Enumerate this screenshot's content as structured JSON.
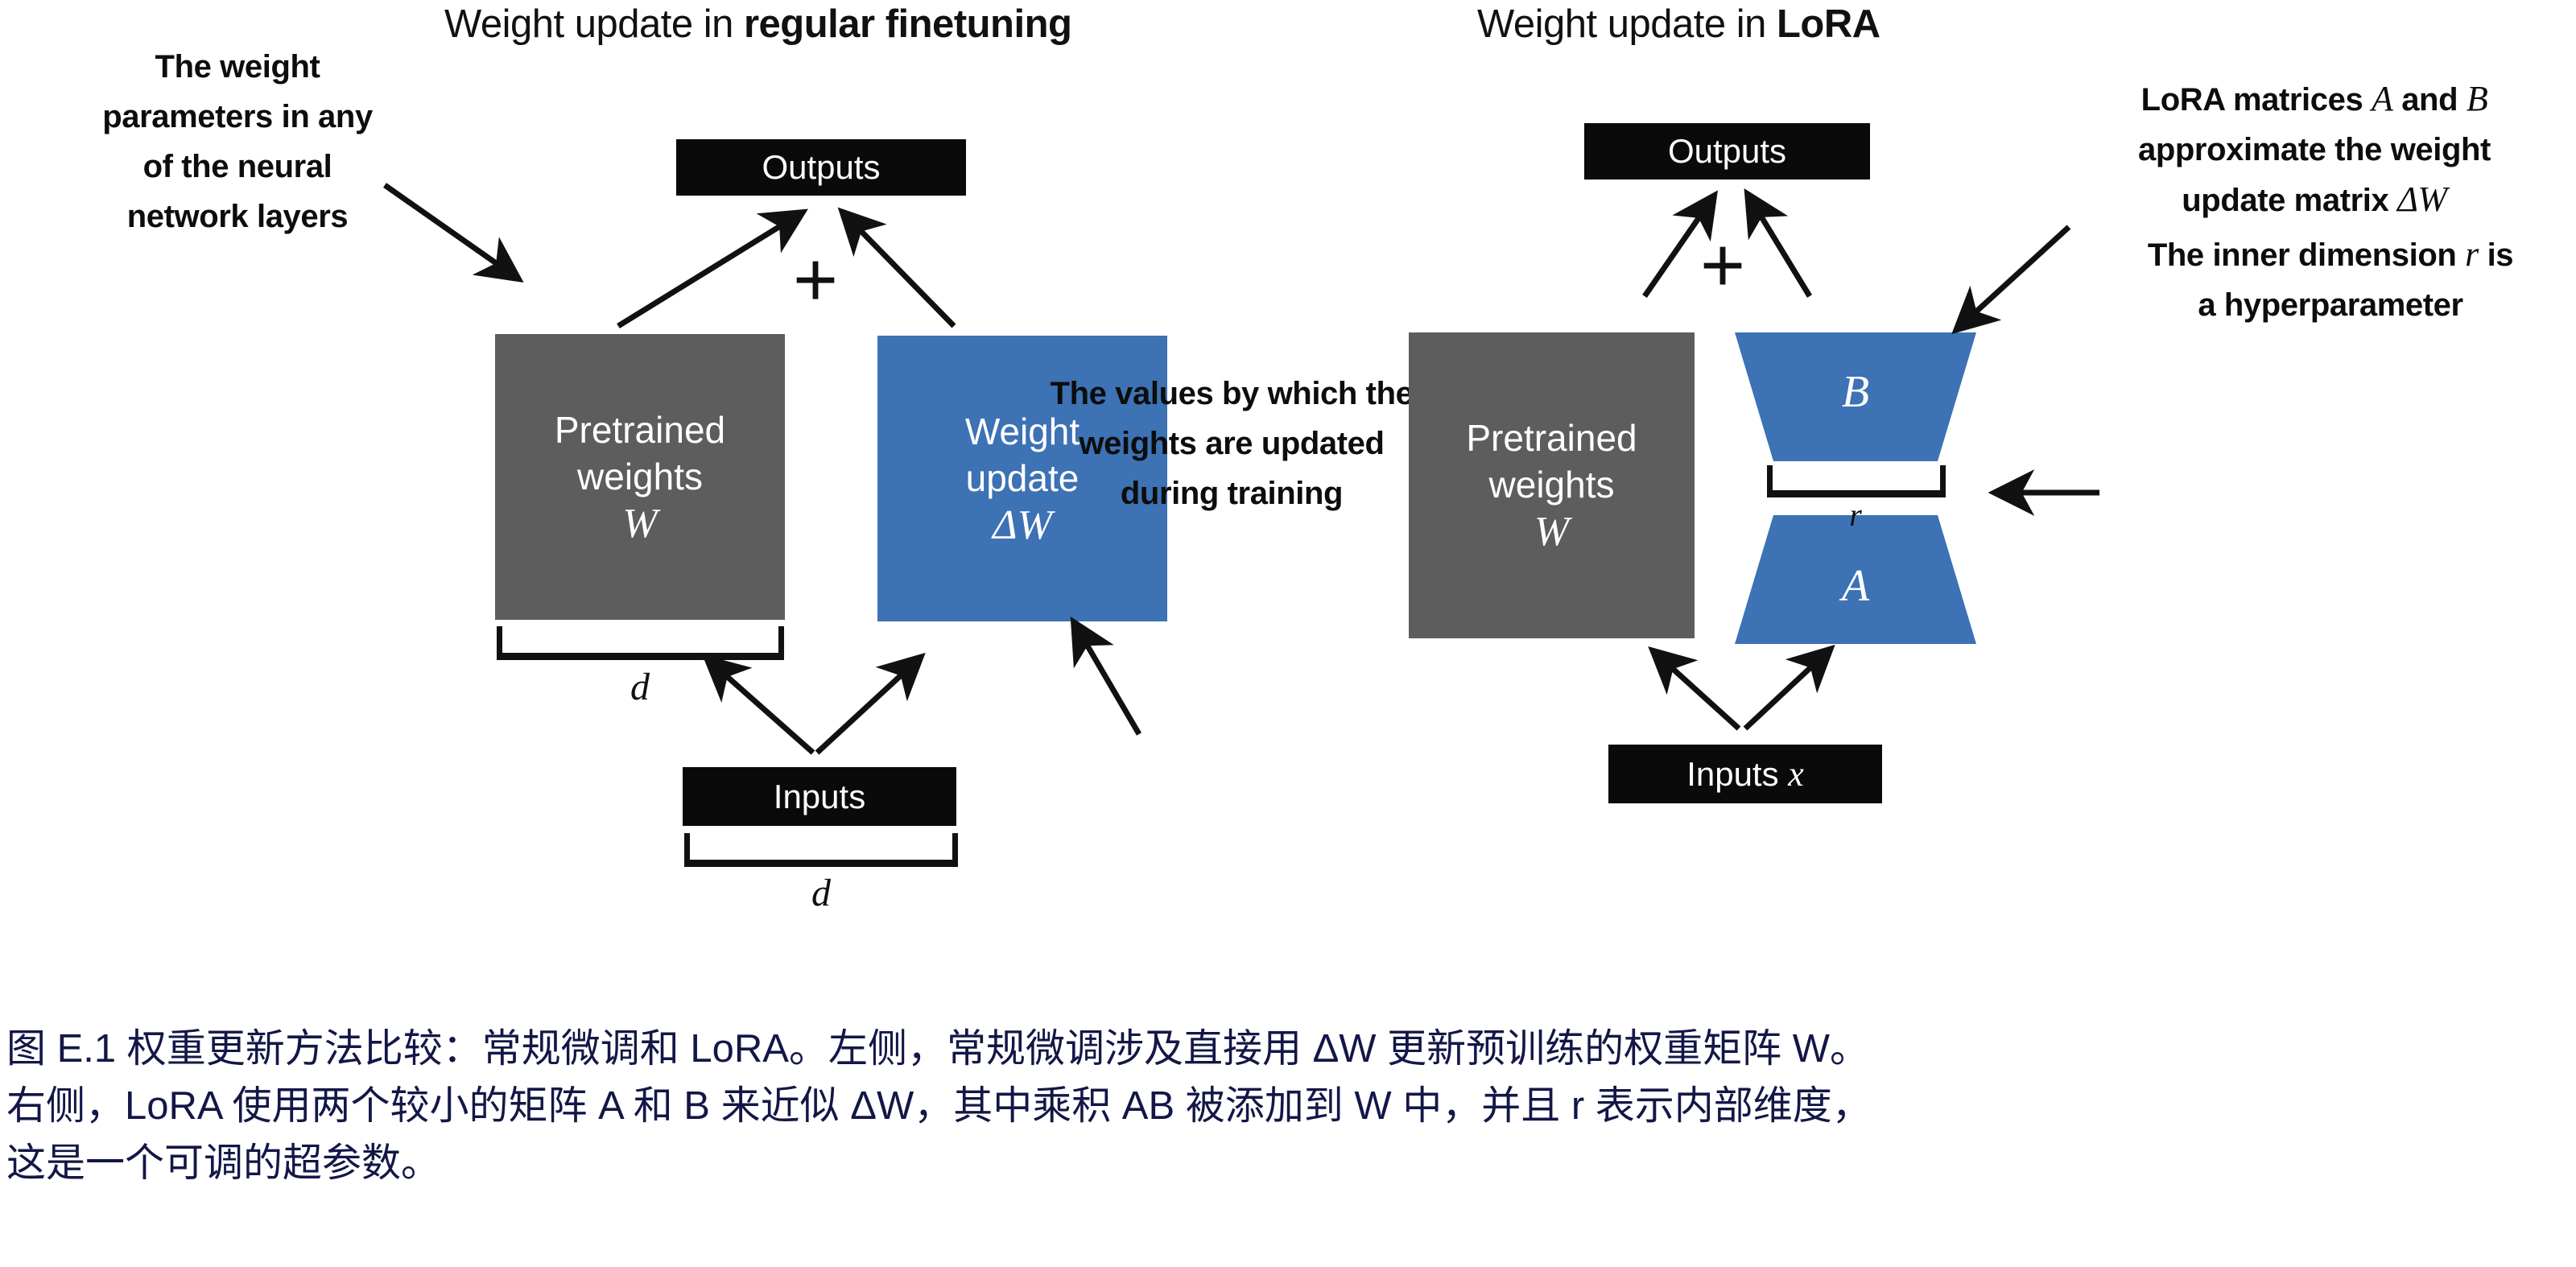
{
  "figure": {
    "panels": [
      {
        "id": "regular-finetuning",
        "title_prefix": "Weight update in ",
        "title_emphasis": "regular finetuning"
      },
      {
        "id": "lora",
        "title_prefix": "Weight update in ",
        "title_emphasis": "LoRA"
      }
    ],
    "boxes": {
      "outputs_ft": "Outputs",
      "outputs_lora": "Outputs",
      "inputs_ft": "Inputs",
      "inputs_lora_text": "Inputs ",
      "inputs_lora_var": "x",
      "pretrained_ft_line1": "Pretrained",
      "pretrained_ft_line2": "weights",
      "pretrained_ft_var": "W",
      "weight_update_line1": "Weight",
      "weight_update_line2": "update",
      "weight_update_var": "ΔW",
      "pretrained_lora_line1": "Pretrained",
      "pretrained_lora_line2": "weights",
      "pretrained_lora_var": "W",
      "trapezoid_b": "B",
      "trapezoid_a": "A"
    },
    "operators": {
      "plus_ft": "+",
      "plus_lora": "+"
    },
    "dimensions": {
      "d_weights": "d",
      "d_inputs": "d",
      "r_inner": "r"
    },
    "callouts": {
      "weight_parameters": {
        "line1": "The weight",
        "line2": "parameters in any",
        "line3": "of the neural",
        "line4": "network layers"
      },
      "values_updated": {
        "line1": "The values by which the",
        "line2": "weights are updated",
        "line3": "during training"
      },
      "lora_matrices": {
        "line1_a": "LoRA matrices ",
        "line1_var1": "A",
        "line1_b": " and ",
        "line1_var2": "B",
        "line2": "approximate the weight",
        "line3_a": "update matrix ",
        "line3_var": "ΔW"
      },
      "inner_dimension": {
        "line1_a": "The inner dimension ",
        "line1_var": "r",
        "line1_b": " is",
        "line2": "a hyperparameter"
      }
    },
    "caption": "图 E.1 权重更新方法比较：常规微调和 LoRA。左侧，常规微调涉及直接用 ΔW 更新预训练的权重矩阵 W。\n右侧，LoRA 使用两个较小的矩阵 A 和 B 来近似 ΔW，其中乘积 AB 被添加到 W 中，并且 r 表示内部维度，\n这是一个可调的超参数。"
  },
  "colors": {
    "background": "#ffffff",
    "box_black": "#0a0a0a",
    "box_gray": "#5d5d5d",
    "box_blue": "#3d72b4",
    "text_dark": "#111111",
    "caption_navy": "#131747",
    "box_text": "#ffffff"
  }
}
